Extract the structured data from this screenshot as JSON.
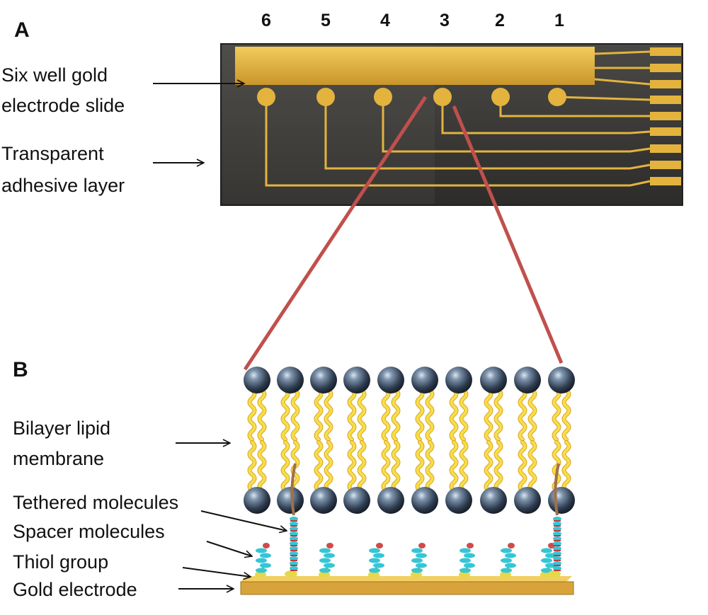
{
  "panels": {
    "a": "A",
    "b": "B"
  },
  "well_numbers": [
    "6",
    "5",
    "4",
    "3",
    "2",
    "1"
  ],
  "labels": {
    "slide": [
      "Six well gold",
      "electrode slide"
    ],
    "adhesive": [
      "Transparent",
      "adhesive layer"
    ],
    "bilayer": [
      "Bilayer lipid",
      "membrane"
    ],
    "tethered": "Tethered molecules",
    "spacer": "Spacer molecules",
    "thiol": "Thiol group",
    "gold": "Gold electrode"
  },
  "colors": {
    "gold": "#e3b33e",
    "slide_bg": "#3b3a38",
    "zoom_line": "#c0504d",
    "lipid_head": "#2f3d50",
    "lipid_tail": "#f4e04a",
    "spacer": "#35c6d6",
    "tether_red": "#c43a3a"
  }
}
